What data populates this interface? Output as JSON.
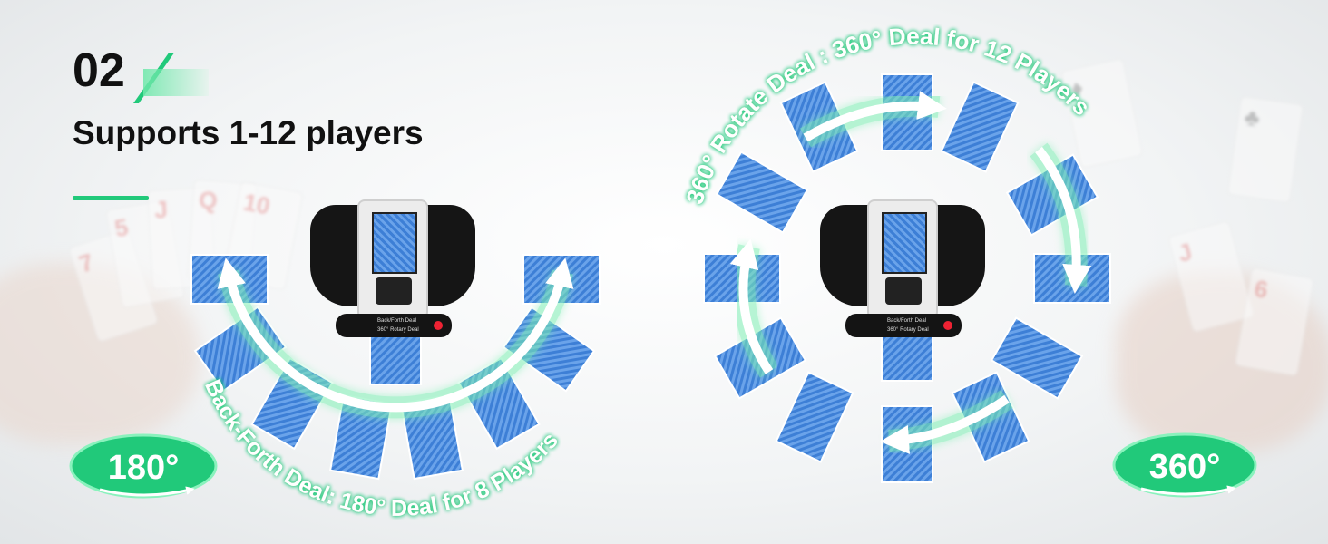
{
  "heading": {
    "number": "02",
    "title": "Supports 1-12 players"
  },
  "modes": [
    {
      "badge": "180°",
      "arc_label": "Back-Forth Deal:  180° Deal for 8 Players",
      "players": 8,
      "sweep_degrees": 180
    },
    {
      "badge": "360°",
      "arc_label": "360° Rotate Deal :  360° Deal for 12 Players",
      "players": 12,
      "sweep_degrees": 360
    }
  ],
  "machine": {
    "panel_line_1": "Back/Forth Deal",
    "panel_line_2": "360° Rotary Deal"
  },
  "colors": {
    "accent_green": "#21c97a",
    "glow_green": "#7ef0b4",
    "card_blue": "#3d7fd6",
    "text_dark": "#111111"
  }
}
